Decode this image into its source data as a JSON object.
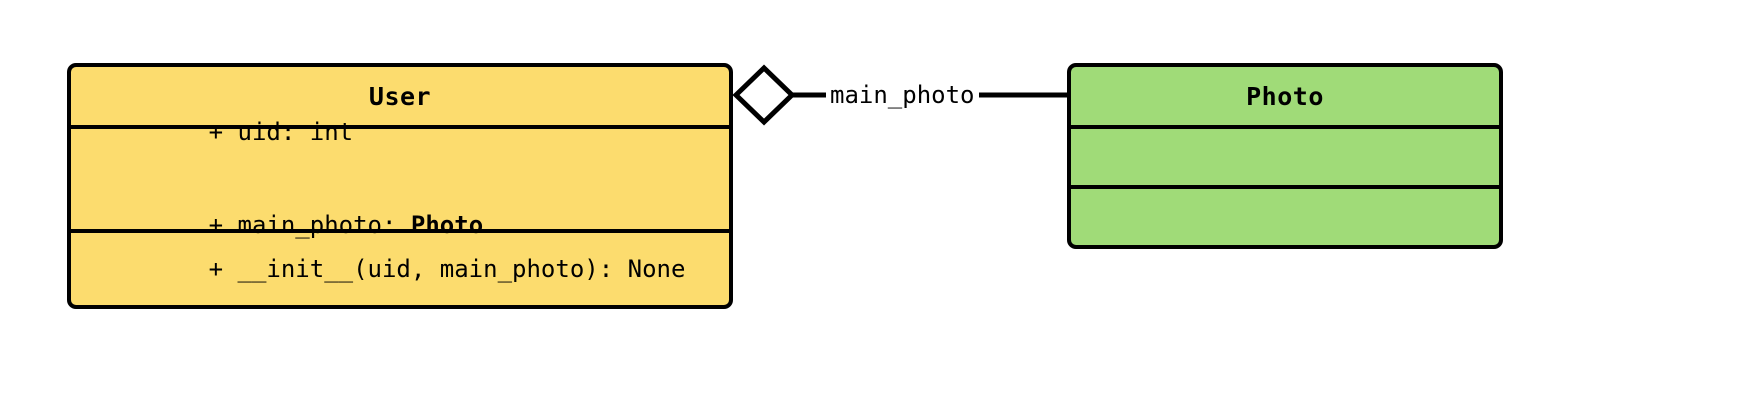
{
  "diagram": {
    "type": "uml-class-diagram",
    "background_color": "#ffffff",
    "border_color": "#000000"
  },
  "classes": [
    {
      "key": "user",
      "name": "User",
      "fill_color": "#fcdc6e",
      "attributes": [
        {
          "visibility": "+",
          "text": "+ uid: int",
          "bold_suffix": ""
        },
        {
          "visibility": "+",
          "text": "+ main_photo: ",
          "bold_suffix": "Photo"
        }
      ],
      "methods": [
        {
          "visibility": "+",
          "text": "+ __init__(uid, main_photo): None",
          "bold_suffix": ""
        }
      ]
    },
    {
      "key": "photo",
      "name": "Photo",
      "fill_color": "#a0db78",
      "attributes": [],
      "methods": []
    }
  ],
  "relationship": {
    "kind": "aggregation",
    "label": "main_photo",
    "source": "User",
    "target": "Photo",
    "diamond_fill": "#ffffff",
    "diamond_stroke": "#000000",
    "line_color": "#000000"
  }
}
